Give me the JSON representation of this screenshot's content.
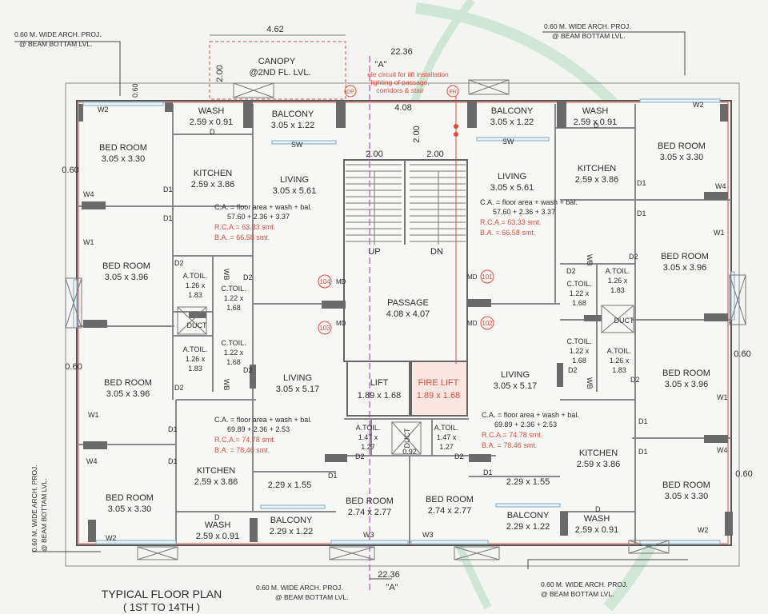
{
  "title": {
    "line1": "TYPICAL FLOOR PLAN",
    "line2": "( 1ST TO 14TH )"
  },
  "annotations": {
    "proj_top_left": [
      "0.60 M. WIDE ARCH. PROJ.",
      "@ BEAM BOTTAM LVL."
    ],
    "proj_top_right": [
      "0.60 M. WIDE ARCH. PROJ.",
      "@ BEAM BOTTAM LVL."
    ],
    "proj_bottom_center": [
      "0.60 M. WIDE ARCH. PROJ.",
      "@ BEAM BOTTAM LVL."
    ],
    "proj_bottom_right": [
      "0.60 M. WIDE ARCH. PROJ.",
      "@ BEAM BOTTAM LVL."
    ],
    "proj_left_vertical": [
      "0.60 M. WIDE ARCH. PROJ.",
      "@ BEAM BOTTAM LVL."
    ],
    "canopy": [
      "CANOPY",
      "@2ND FL. LVL."
    ],
    "ele_circuit": [
      "ele circuit for lift installation",
      "lighting of passage,",
      "corridors & stair"
    ],
    "section_label": "\"A\""
  },
  "dimensions": {
    "canopy_width": "4.62",
    "canopy_depth": "2.00",
    "stair_width": "4.08",
    "overall_top": "22.36",
    "overall_bottom": "22.36",
    "stair_depth": "2.00",
    "flight_left": "2.00",
    "flight_right": "2.00",
    "proj_left_1": "0.60",
    "proj_left_2": "0.60",
    "proj_right_1": "0.60",
    "proj_right_2": "0.60",
    "proj_top_left": "0.60",
    "proj_duct": "0.92"
  },
  "rooms": {
    "tl_bed1": [
      "BED ROOM",
      "3.05 x 3.30"
    ],
    "tl_wash": [
      "WASH",
      "2.59 x 0.91"
    ],
    "tl_balcony": [
      "BALCONY",
      "3.05 x 1.22"
    ],
    "tl_kitchen": [
      "KITCHEN",
      "2.59 x 3.86"
    ],
    "tl_living": [
      "LIVING",
      "3.05 x 5.61"
    ],
    "tl_bed2": [
      "BED ROOM",
      "3.05 x 3.96"
    ],
    "tl_atoil": [
      "A.TOIL.",
      "1.26 x",
      "1.83"
    ],
    "tl_ctoil": [
      "C.TOIL.",
      "1.22 x",
      "1.68"
    ],
    "bl_bed1": [
      "BED ROOM",
      "3.05 x 3.96"
    ],
    "bl_atoil": [
      "A.TOIL.",
      "1.26 x",
      "1.83"
    ],
    "bl_ctoil": [
      "C.TOIL.",
      "1.22 x",
      "1.68"
    ],
    "bl_living": [
      "LIVING",
      "3.05 x 5.17"
    ],
    "bl_kitchen": [
      "KITCHEN",
      "2.59 x 3.86"
    ],
    "bl_bed2": [
      "BED ROOM",
      "3.05 x 3.30"
    ],
    "bl_store": "2.29 x 1.55",
    "bl_wash": [
      "WASH",
      "2.59 x 0.91"
    ],
    "bl_balcony": [
      "BALCONY",
      "2.29 x 1.22"
    ],
    "tr_balcony": [
      "BALCONY",
      "3.05 x 1.22"
    ],
    "tr_wash": [
      "WASH",
      "2.59 x 0.91"
    ],
    "tr_bed1": [
      "BED ROOM",
      "3.05 x 3.30"
    ],
    "tr_living": [
      "LIVING",
      "3.05 x 5.61"
    ],
    "tr_kitchen": [
      "KITCHEN",
      "2.59 x 3.86"
    ],
    "tr_bed2": [
      "BED ROOM",
      "3.05 x 3.96"
    ],
    "tr_atoil": [
      "A.TOIL.",
      "1.26 x",
      "1.83"
    ],
    "tr_ctoil": [
      "C.TOIL.",
      "1.22 x",
      "1.68"
    ],
    "br_ctoil": [
      "C.TOIL.",
      "1.22 x",
      "1.68"
    ],
    "br_atoil": [
      "A.TOIL.",
      "1.26 x",
      "1.83"
    ],
    "br_bed1": [
      "BED ROOM",
      "3.05 x 3.96"
    ],
    "br_living": [
      "LIVING",
      "3.05 x 5.17"
    ],
    "br_kitchen": [
      "KITCHEN",
      "2.59 x 3.86"
    ],
    "br_store": "2.29 x 1.55",
    "br_bed2": [
      "BED ROOM",
      "3.05 x 3.30"
    ],
    "br_balcony": [
      "BALCONY",
      "2.29 x 1.22"
    ],
    "br_wash": [
      "WASH",
      "2.59 x 0.91"
    ],
    "passage": [
      "PASSAGE",
      "4.08 x 4.07"
    ],
    "lift": [
      "LIFT",
      "1.89 x 1.68"
    ],
    "fire_lift": [
      "FIRE LIFT",
      "1.89 x 1.68"
    ],
    "core_atoil_l": [
      "A.TOIL.",
      "1.47 x",
      "1.27"
    ],
    "core_atoil_r": [
      "A.TOIL.",
      "1.47 x",
      "1.27"
    ],
    "core_bed_l": [
      "BED ROOM",
      "2.74 x 2.77"
    ],
    "core_bed_r": [
      "BED ROOM",
      "2.74 x 2.77"
    ]
  },
  "areas": {
    "top_left": [
      "C.A.  = floor area + wash + bal.",
      "57.60  + 2.36 + 3.37",
      "R.C.A.= 63.33 smt.",
      "B.A.  = 66.58 smt."
    ],
    "top_right": [
      "C.A.  = floor area + wash + bal.",
      "57.60  + 2.36 + 3.37",
      "R.C.A.= 63.33 smt.",
      "B.A.  = 66.58 smt."
    ],
    "bottom_left": [
      "C.A.  = floor area + wash + bal.",
      "69.89  + 2.36 + 2.53",
      "R.C.A.= 74.78 smt.",
      "B.A.  = 78.46 smt."
    ],
    "bottom_right": [
      "C.A.  = floor area + wash + bal.",
      "69.89  + 2.36 + 2.53",
      "R.C.A.= 74.78 smt.",
      "B.A.  = 78.46 smt."
    ]
  },
  "stair": {
    "up": "UP",
    "dn": "DN"
  },
  "flat_numbers": [
    "104",
    "103",
    "101",
    "102"
  ],
  "tags": {
    "duct": "DUCT",
    "md": "MD",
    "w1": "W1",
    "w2": "W2",
    "w3": "W3",
    "w4": "W4",
    "d": "D",
    "d1": "D1",
    "d2": "D2",
    "sw": "SW",
    "wb": "WB",
    "fh": "FH",
    "dp": "DP"
  },
  "colors": {
    "wall": "#6d6d6d",
    "red_marks": "#e24b3a",
    "window": "#7aa8c8",
    "watermark": "#2aa85a"
  }
}
